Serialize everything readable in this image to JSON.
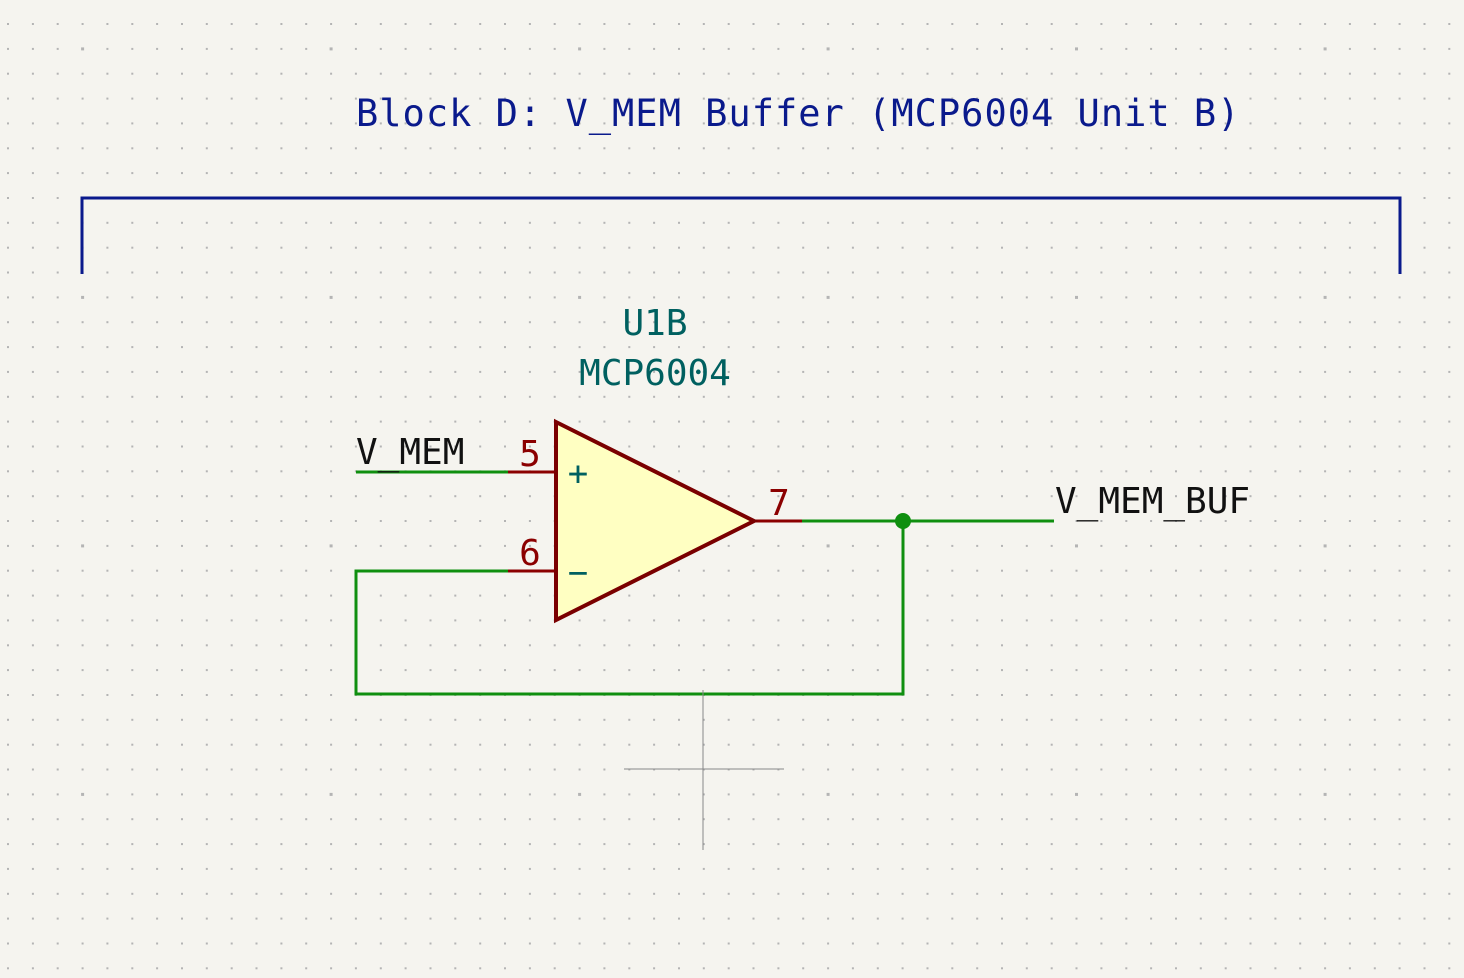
{
  "block_title": "Block D: V_MEM Buffer (MCP6004 Unit B)",
  "component": {
    "reference": "U1B",
    "value": "MCP6004",
    "pins": {
      "noninverting": {
        "number": "5",
        "symbol": "+"
      },
      "inverting": {
        "number": "6",
        "symbol": "−"
      },
      "output": {
        "number": "7"
      }
    }
  },
  "nets": {
    "input_label": "V_MEM",
    "output_label": "V_MEM_BUF"
  },
  "colors": {
    "background": "#f5f4ef",
    "grid_dot": "#b4b4b4",
    "title": "#0a1a8c",
    "bracket": "#0a1a8c",
    "component_text": "#006060",
    "pin_number": "#8b0000",
    "body_outline": "#7a0000",
    "body_fill": "#ffffc2",
    "wire": "#0f8f0f",
    "net_label": "#111111",
    "cursor": "#888888"
  }
}
